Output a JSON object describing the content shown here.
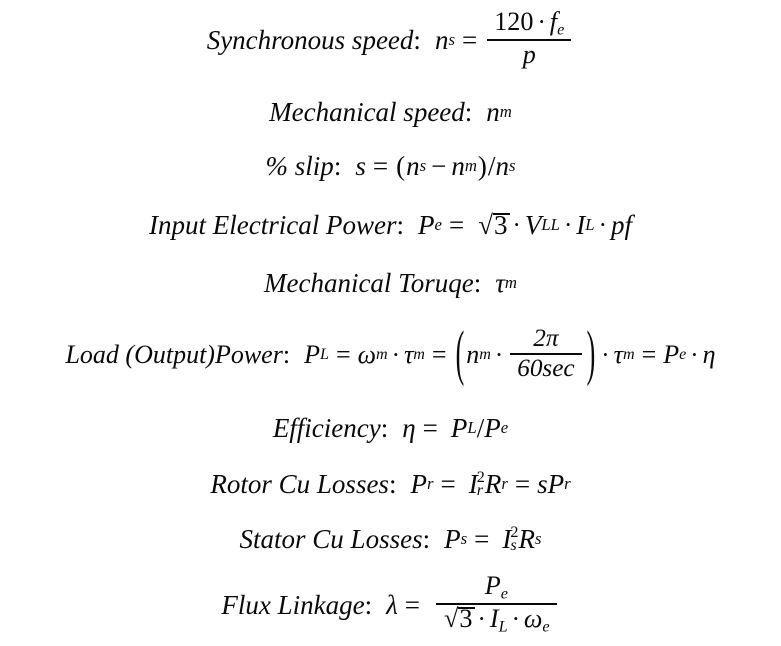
{
  "document": {
    "title": "Induction Motor Formula Sheet",
    "background_color": "#ffffff",
    "text_color": "#0a0a0a"
  },
  "equations": [
    {
      "id": "synchronous-speed",
      "label": "Synchronous speed",
      "colon": ":",
      "lhs": "n",
      "lhs_sub": "s",
      "equals": "=",
      "fraction_numerator_a": "120",
      "fraction_numerator_dot": "·",
      "fraction_numerator_b": "f",
      "fraction_numerator_b_sub": "e",
      "fraction_denominator": "p",
      "plain_text": "Synchronous speed:  n_s = 120 · f_e / p"
    },
    {
      "id": "mechanical-speed",
      "label": "Mechanical speed",
      "colon": ":",
      "lhs": "n",
      "lhs_sub": "m",
      "plain_text": "Mechanical speed:  n_m"
    },
    {
      "id": "percent-slip",
      "label": "% slip",
      "colon": ":",
      "lhs": "s",
      "equals": "=",
      "open_paren": "(",
      "term_a": "n",
      "term_a_sub": "s",
      "minus": "−",
      "term_b": "n",
      "term_b_sub": "m",
      "close_paren": ")",
      "slash": "/",
      "term_c": "n",
      "term_c_sub": "s",
      "plain_text": "% slip:  s = (n_s − n_m)/n_s"
    },
    {
      "id": "input-electrical-power",
      "label": "Input Electrical Power",
      "colon": ":",
      "lhs": "P",
      "lhs_sub": "e",
      "equals": "=",
      "radicand": "3",
      "dot1": "·",
      "term_v": "V",
      "term_v_sub": "LL",
      "dot2": "·",
      "term_i": "I",
      "term_i_sub": "L",
      "dot3": "·",
      "term_pf": "pf",
      "plain_text": "Input Electrical Power:  P_e = √3 · V_LL · I_L · pf"
    },
    {
      "id": "mechanical-torque",
      "label": "Mechanical Toruqe",
      "colon": ":",
      "lhs": "τ",
      "lhs_sub": "m",
      "plain_text": "Mechanical Toruqe:  τ_m"
    },
    {
      "id": "load-output-power",
      "label": "Load (Output)Power",
      "colon": ":",
      "lhs": "P",
      "lhs_sub": "L",
      "equals1": "=",
      "omega": "ω",
      "omega_sub": "m",
      "dot1": "·",
      "tau": "τ",
      "tau_sub": "m",
      "equals2": "=",
      "open_paren": "(",
      "n_term": "n",
      "n_term_sub": "m",
      "dot2": "·",
      "frac_numerator": "2π",
      "frac_denominator": "60sec",
      "close_paren": ")",
      "dot3": "·",
      "tau2": "τ",
      "tau2_sub": "m",
      "equals3": "=",
      "pe": "P",
      "pe_sub": "e",
      "dot4": "·",
      "eta": "η",
      "plain_text": "Load (Output)Power:  P_L = ω_m · τ_m = (n_m · 2π/60sec) · τ_m = P_e · η"
    },
    {
      "id": "efficiency",
      "label": "Efficiency",
      "colon": ":",
      "lhs": "η",
      "equals": "=",
      "num": "P",
      "num_sub": "L",
      "slash": "/",
      "den": "P",
      "den_sub": "e",
      "plain_text": "Efficiency:  η = P_L/P_e"
    },
    {
      "id": "rotor-cu-losses",
      "label": "Rotor Cu Losses",
      "colon": ":",
      "lhs": "P",
      "lhs_sub": "r",
      "equals1": "=",
      "current": "I",
      "current_sub": "r",
      "current_sup": "2",
      "resistance": "R",
      "resistance_sub": "r",
      "equals2": "=",
      "slip": "s",
      "power": "P",
      "power_sub": "r",
      "plain_text": "Rotor Cu Losses:  P_r = I_r² R_r = sP_r"
    },
    {
      "id": "stator-cu-losses",
      "label": "Stator Cu Losses",
      "colon": ":",
      "lhs": "P",
      "lhs_sub": "s",
      "equals": "=",
      "current": "I",
      "current_sub": "s",
      "current_sup": "2",
      "resistance": "R",
      "resistance_sub": "s",
      "plain_text": "Stator Cu Losses:  P_s = I_s² R_s"
    },
    {
      "id": "flux-linkage",
      "label": "Flux Linkage",
      "colon": ":",
      "lhs": "λ",
      "equals": "=",
      "frac_numerator": "P",
      "frac_numerator_sub": "e",
      "radicand": "3",
      "dot1": "·",
      "term_i": "I",
      "term_i_sub": "L",
      "dot2": "·",
      "term_w": "ω",
      "term_w_sub": "e",
      "plain_text": "Flux Linkage:  λ = P_e / (√3 · I_L · ω_e)"
    }
  ]
}
